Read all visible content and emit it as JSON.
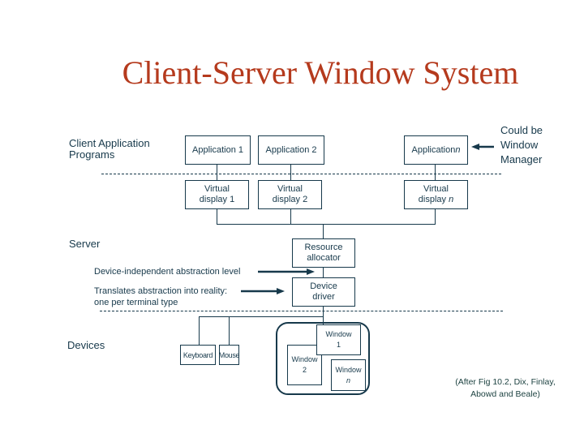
{
  "title": "Client-Server Window System",
  "labels": {
    "client_programs": "Client Application\nPrograms",
    "could_be": "Could be\nWindow\nManager",
    "server": "Server",
    "abstraction_level": "Device-independent abstraction level",
    "translates": "Translates abstraction into reality:",
    "one_per_terminal": "one per terminal type",
    "devices": "Devices",
    "citation": "(After Fig 10.2, Dix, Finlay,\nAbowd and Beale)"
  },
  "boxes": {
    "application1": "Application 1",
    "application2": "Application 2",
    "application_n_prefix": "Application ",
    "virtual": "Virtual",
    "display1": "display 1",
    "display2": "display 2",
    "display_n_prefix": "display ",
    "n_italic": "n",
    "resource_allocator": "Resource\nallocator",
    "device_driver": "Device\ndriver",
    "keyboard": "Keyboard",
    "mouse": "Mouse",
    "window": "Window",
    "window1_num": "1",
    "window2_num": "2"
  },
  "icons": {
    "window_manager_arrow": "left-arrow",
    "abstraction_arrow": "right-arrow",
    "translates_arrow": "right-arrow"
  },
  "colors": {
    "title": "#b53a1d",
    "diagram": "#17394b",
    "citation": "#1e4342",
    "background": "#ffffff"
  }
}
